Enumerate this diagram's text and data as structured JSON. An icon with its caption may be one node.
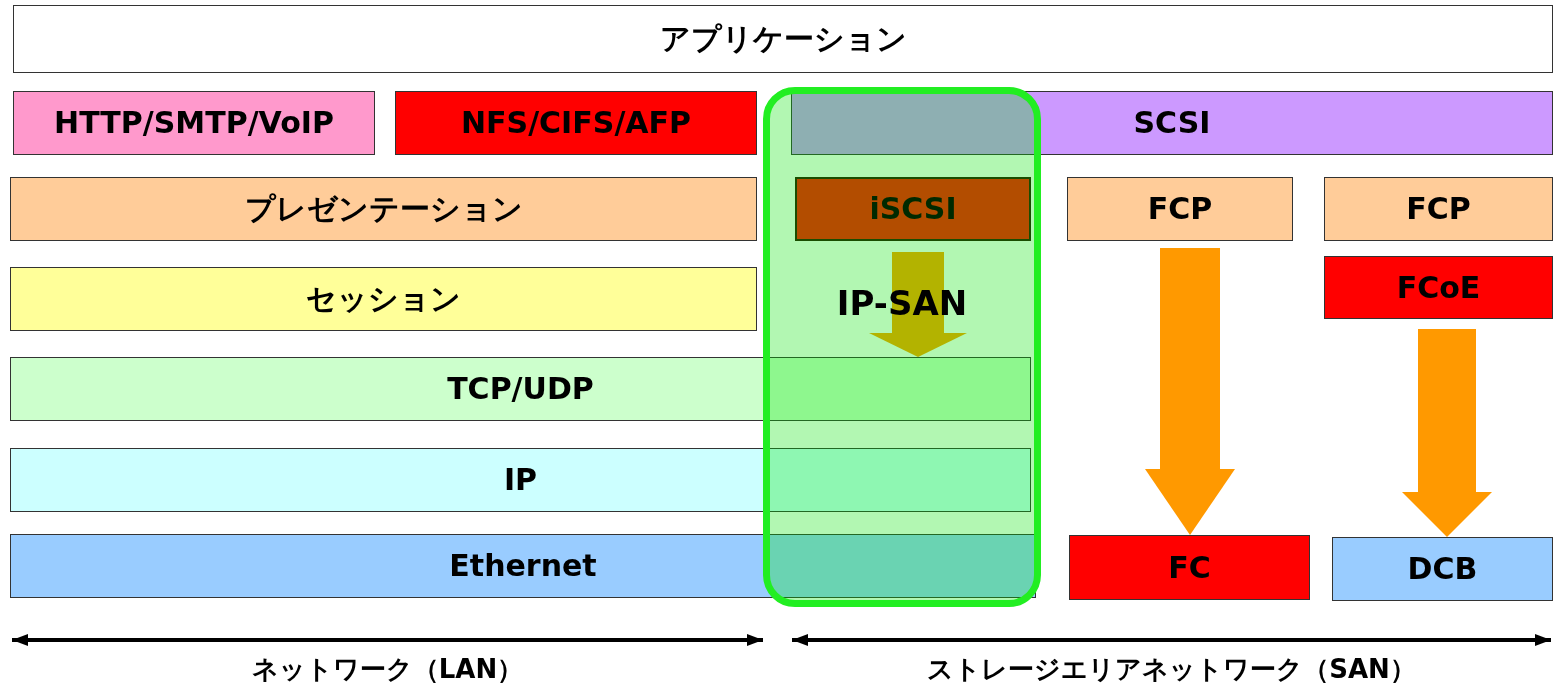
{
  "diagram": {
    "nodes": [
      {
        "text": [
          "アプリケーション"
        ]
      },
      {
        "text": [
          "HTTP/SMTP/VoIP"
        ]
      },
      {
        "text": [
          "NFS/CIFS/AFP"
        ]
      },
      {
        "text": [
          "SCSI"
        ]
      },
      {
        "text": [
          "プレゼンテーション"
        ]
      },
      {
        "text": [
          "iSCSI"
        ],
        "in": 15
      },
      {
        "text": [
          "FCP"
        ]
      },
      {
        "text": [
          "FCP"
        ]
      },
      {
        "text": [
          "セッション"
        ]
      },
      {
        "text": [
          "FCoE"
        ]
      },
      {
        "text": [
          "TCP/UDP"
        ]
      },
      {
        "text": [
          "IP"
        ]
      },
      {
        "text": [
          "Ethernet"
        ]
      },
      {
        "text": [
          "FC"
        ]
      },
      {
        "text": [
          "DCB"
        ]
      },
      {
        "text": [
          "IP-SAN"
        ]
      }
    ],
    "edges": [
      {
        "from": 5,
        "to": 10,
        "arrow": "to",
        "color": "#b3b300"
      },
      {
        "from": 6,
        "to": 13,
        "arrow": "to"
      },
      {
        "from": 9,
        "to": 14,
        "arrow": "to"
      }
    ],
    "labels": [
      "ネットワーク（LAN）",
      "ストレージエリアネットワーク（SAN）"
    ]
  }
}
